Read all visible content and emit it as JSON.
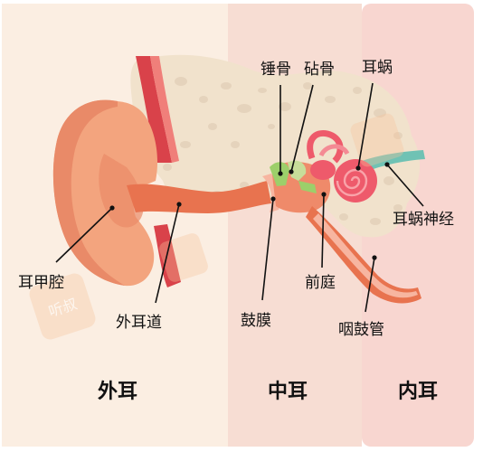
{
  "zones": [
    {
      "key": "outer",
      "label": "外耳",
      "color": "#fbeee2"
    },
    {
      "key": "middle",
      "label": "中耳",
      "color": "#f7ddd3"
    },
    {
      "key": "inner",
      "label": "内耳",
      "color": "#f8d6d0"
    }
  ],
  "labels": {
    "malleus": "锤骨",
    "incus": "砧骨",
    "cochlea": "耳蜗",
    "cochlear_nerve": "耳蜗神经",
    "concha": "耳甲腔",
    "ear_canal": "外耳道",
    "eardrum": "鼓膜",
    "vestibule": "前庭",
    "eustachian_tube": "咽鼓管"
  },
  "watermark": "听叔",
  "colors": {
    "skin": "#f3a47e",
    "skin_dark": "#e98a68",
    "canal": "#e8734f",
    "bone": "#f1e2cc",
    "bone_hole": "#e5d3bc",
    "cochlea": "#ee5a6b",
    "nerve": "#6fc2b4",
    "ossicle_green": "#9ccf6a",
    "vessel_red": "#d9424a"
  }
}
